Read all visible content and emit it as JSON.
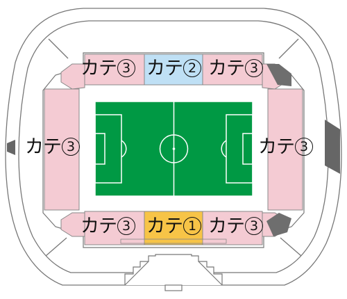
{
  "seat_map": {
    "sections": {
      "north_left": {
        "label": "カテ",
        "category": "3"
      },
      "north_center": {
        "label": "カテ",
        "category": "2"
      },
      "north_right": {
        "label": "カテ",
        "category": "3"
      },
      "west": {
        "label": "カテ",
        "category": "3"
      },
      "east": {
        "label": "カテ",
        "category": "3"
      },
      "south_left": {
        "label": "カテ",
        "category": "3"
      },
      "south_center": {
        "label": "カテ",
        "category": "1"
      },
      "south_right": {
        "label": "カテ",
        "category": "3"
      }
    },
    "colors": {
      "category_1": "#f7c447",
      "category_2": "#bfe0f5",
      "category_3": "#f4cbd3",
      "pitch": "#009944",
      "pitch_lines": "#ffffff",
      "structure": "#666666",
      "background": "#ffffff"
    }
  }
}
